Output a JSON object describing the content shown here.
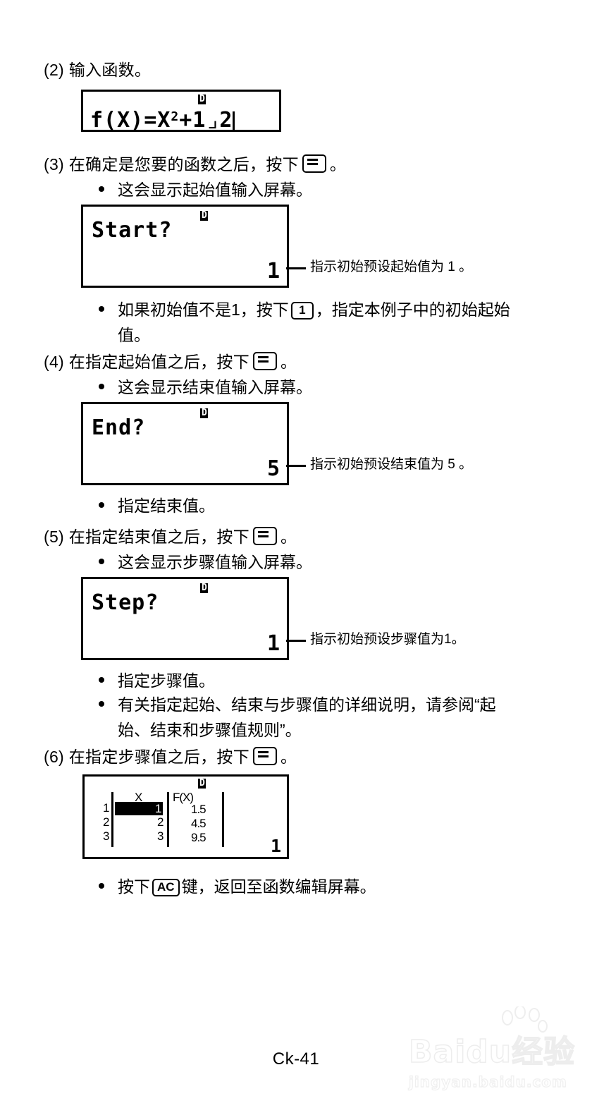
{
  "document": {
    "page_footer": "Ck-41",
    "watermark": {
      "main": "Baidu经验",
      "sub": "jingyan.baidu.com"
    }
  },
  "steps": [
    {
      "id": "step-2",
      "number": "(2)",
      "text": "输入函数。"
    },
    {
      "id": "step-3",
      "number": "(3)",
      "text_before": "在确定是您要的函数之后，按下",
      "key": "=",
      "text_after": "。"
    },
    {
      "id": "step-4",
      "number": "(4)",
      "text_before": "在指定起始值之后，按下",
      "key": "=",
      "text_after": "。"
    },
    {
      "id": "step-5",
      "number": "(5)",
      "text_before": "在指定结束值之后，按下",
      "key": "=",
      "text_after": "。"
    },
    {
      "id": "step-6",
      "number": "(6)",
      "text_before": "在指定步骤值之后，按下",
      "key": "=",
      "text_after": "。"
    }
  ],
  "bullets": {
    "b3_1": "这会显示起始值输入屏幕。",
    "b3_2_part1": "如果初始值不是1，按下",
    "b3_2_key": "1",
    "b3_2_part2": "，指定本例子中的初始起始",
    "b3_2_line2": "值。",
    "b4_1": "这会显示结束值输入屏幕。",
    "b4_2": "指定结束值。",
    "b5_1": "这会显示步骤值输入屏幕。",
    "b5_2": "指定步骤值。",
    "b5_3_line1": "有关指定起始、结束与步骤值的详细说明，请参阅“起",
    "b5_3_line2": "始、结束和步骤值规则”。",
    "b6_1_part1": "按下",
    "b6_1_key": "AC",
    "b6_1_part2": "键，返回至函数编辑屏幕。"
  },
  "lcd_screens": {
    "function_editor": {
      "indicator": "D",
      "line1_prefix": "f(X)=X",
      "line1_sup": "2",
      "line1_suffix": "+1⌟2",
      "cursor": "|"
    },
    "start_prompt": {
      "indicator": "D",
      "prompt": "Start?",
      "value": "1"
    },
    "end_prompt": {
      "indicator": "D",
      "prompt": "End?",
      "value": "5"
    },
    "step_prompt": {
      "indicator": "D",
      "prompt": "Step?",
      "value": "1"
    },
    "table_result": {
      "indicator": "D",
      "col1_header": "X",
      "col2_header": "F(X)",
      "row_numbers": [
        "1",
        "2",
        "3"
      ],
      "x_values": [
        "1",
        "2",
        "3"
      ],
      "fx_values": [
        "1.5",
        "4.5",
        "9.5"
      ],
      "selected_row": 1,
      "page_indicator": "1"
    }
  },
  "callouts": {
    "start": "指示初始预设起始值为 1 。",
    "end": "指示初始预设结束值为 5 。",
    "step": "指示初始预设步骤值为1。"
  },
  "chart_data": {
    "type": "table",
    "title": "F(X) = X² + 1.2 value table",
    "columns": [
      "X",
      "F(X)"
    ],
    "row_numbers": [
      1,
      2,
      3
    ],
    "x": [
      1,
      2,
      3
    ],
    "values": [
      1.5,
      4.5,
      9.5
    ],
    "start": 1,
    "end": 5,
    "step": 1,
    "highlighted_row": 1
  }
}
